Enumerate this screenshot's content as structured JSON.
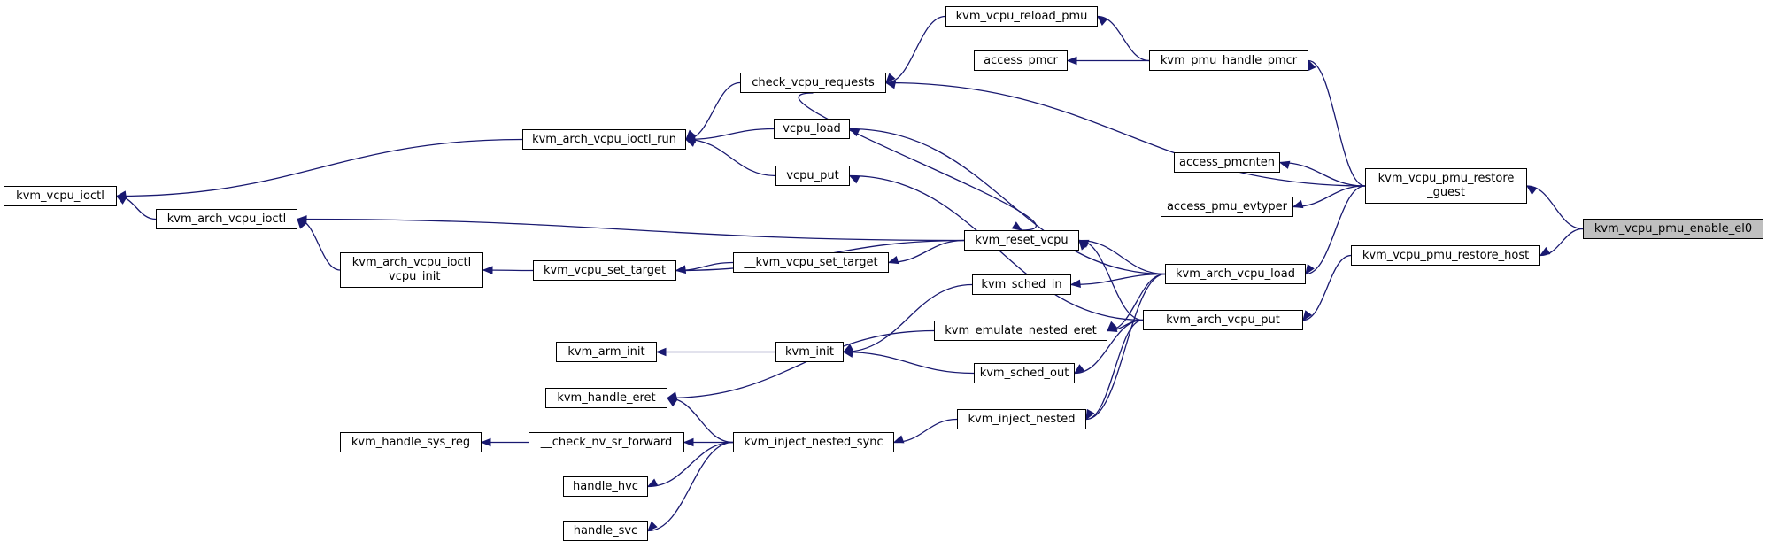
{
  "nodes": [
    {
      "id": "kvm_vcpu_pmu_enable_el0",
      "label": "kvm_vcpu_pmu_enable_el0",
      "focus": true
    },
    {
      "id": "kvm_vcpu_pmu_restore_guest",
      "label": "kvm_vcpu_pmu_restore\n_guest"
    },
    {
      "id": "kvm_vcpu_pmu_restore_host",
      "label": "kvm_vcpu_pmu_restore_host"
    },
    {
      "id": "access_pmcnten",
      "label": "access_pmcnten"
    },
    {
      "id": "access_pmu_evtyper",
      "label": "access_pmu_evtyper"
    },
    {
      "id": "kvm_arch_vcpu_load",
      "label": "kvm_arch_vcpu_load"
    },
    {
      "id": "kvm_pmu_handle_pmcr",
      "label": "kvm_pmu_handle_pmcr"
    },
    {
      "id": "check_vcpu_requests",
      "label": "check_vcpu_requests"
    },
    {
      "id": "kvm_vcpu_reload_pmu",
      "label": "kvm_vcpu_reload_pmu"
    },
    {
      "id": "access_pmcr",
      "label": "access_pmcr"
    },
    {
      "id": "kvm_arch_vcpu_put",
      "label": "kvm_arch_vcpu_put"
    },
    {
      "id": "kvm_arch_vcpu_ioctl_run",
      "label": "kvm_arch_vcpu_ioctl_run"
    },
    {
      "id": "vcpu_load",
      "label": "vcpu_load"
    },
    {
      "id": "vcpu_put",
      "label": "vcpu_put"
    },
    {
      "id": "kvm_vcpu_ioctl",
      "label": "kvm_vcpu_ioctl"
    },
    {
      "id": "kvm_arch_vcpu_ioctl",
      "label": "kvm_arch_vcpu_ioctl"
    },
    {
      "id": "kvm_arch_vcpu_ioctl_vcpu_init",
      "label": "kvm_arch_vcpu_ioctl\n_vcpu_init"
    },
    {
      "id": "kvm_vcpu_set_target",
      "label": "kvm_vcpu_set_target"
    },
    {
      "id": "__kvm_vcpu_set_target",
      "label": "__kvm_vcpu_set_target"
    },
    {
      "id": "kvm_reset_vcpu",
      "label": "kvm_reset_vcpu"
    },
    {
      "id": "kvm_sched_in",
      "label": "kvm_sched_in"
    },
    {
      "id": "kvm_emulate_nested_eret",
      "label": "kvm_emulate_nested_eret"
    },
    {
      "id": "kvm_sched_out",
      "label": "kvm_sched_out"
    },
    {
      "id": "kvm_inject_nested",
      "label": "kvm_inject_nested"
    },
    {
      "id": "kvm_init",
      "label": "kvm_init"
    },
    {
      "id": "kvm_arm_init",
      "label": "kvm_arm_init"
    },
    {
      "id": "kvm_handle_eret",
      "label": "kvm_handle_eret"
    },
    {
      "id": "kvm_inject_nested_sync",
      "label": "kvm_inject_nested_sync"
    },
    {
      "id": "__check_nv_sr_forward",
      "label": "__check_nv_sr_forward"
    },
    {
      "id": "kvm_handle_sys_reg",
      "label": "kvm_handle_sys_reg"
    },
    {
      "id": "handle_hvc",
      "label": "handle_hvc"
    },
    {
      "id": "handle_svc",
      "label": "handle_svc"
    }
  ],
  "edges": [
    [
      "kvm_vcpu_pmu_restore_guest",
      "kvm_vcpu_pmu_enable_el0"
    ],
    [
      "kvm_vcpu_pmu_restore_host",
      "kvm_vcpu_pmu_enable_el0"
    ],
    [
      "access_pmcnten",
      "kvm_vcpu_pmu_restore_guest"
    ],
    [
      "access_pmu_evtyper",
      "kvm_vcpu_pmu_restore_guest"
    ],
    [
      "kvm_arch_vcpu_load",
      "kvm_vcpu_pmu_restore_guest"
    ],
    [
      "kvm_pmu_handle_pmcr",
      "kvm_vcpu_pmu_restore_guest"
    ],
    [
      "check_vcpu_requests",
      "kvm_vcpu_pmu_restore_guest"
    ],
    [
      "kvm_arch_vcpu_put",
      "kvm_vcpu_pmu_restore_host"
    ],
    [
      "kvm_vcpu_reload_pmu",
      "kvm_pmu_handle_pmcr"
    ],
    [
      "access_pmcr",
      "kvm_pmu_handle_pmcr"
    ],
    [
      "check_vcpu_requests",
      "kvm_vcpu_reload_pmu"
    ],
    [
      "kvm_arch_vcpu_ioctl_run",
      "check_vcpu_requests"
    ],
    [
      "kvm_arch_vcpu_ioctl_run",
      "vcpu_load"
    ],
    [
      "kvm_arch_vcpu_ioctl_run",
      "vcpu_put"
    ],
    [
      "kvm_vcpu_ioctl",
      "kvm_arch_vcpu_ioctl_run"
    ],
    [
      "kvm_vcpu_ioctl",
      "kvm_arch_vcpu_ioctl"
    ],
    [
      "kvm_arch_vcpu_ioctl",
      "kvm_arch_vcpu_ioctl_vcpu_init"
    ],
    [
      "kvm_arch_vcpu_ioctl",
      "kvm_reset_vcpu"
    ],
    [
      "kvm_arch_vcpu_ioctl_vcpu_init",
      "kvm_vcpu_set_target"
    ],
    [
      "kvm_vcpu_set_target",
      "__kvm_vcpu_set_target"
    ],
    [
      "kvm_vcpu_set_target",
      "kvm_reset_vcpu"
    ],
    [
      "__kvm_vcpu_set_target",
      "kvm_reset_vcpu"
    ],
    [
      "kvm_reset_vcpu",
      "check_vcpu_requests"
    ],
    [
      "kvm_reset_vcpu",
      "kvm_arch_vcpu_load"
    ],
    [
      "kvm_reset_vcpu",
      "kvm_arch_vcpu_put"
    ],
    [
      "vcpu_load",
      "kvm_arch_vcpu_load"
    ],
    [
      "vcpu_put",
      "kvm_arch_vcpu_put"
    ],
    [
      "kvm_sched_in",
      "kvm_arch_vcpu_load"
    ],
    [
      "kvm_emulate_nested_eret",
      "kvm_arch_vcpu_load"
    ],
    [
      "kvm_emulate_nested_eret",
      "kvm_arch_vcpu_put"
    ],
    [
      "kvm_sched_out",
      "kvm_arch_vcpu_put"
    ],
    [
      "kvm_inject_nested",
      "kvm_arch_vcpu_load"
    ],
    [
      "kvm_inject_nested",
      "kvm_arch_vcpu_put"
    ],
    [
      "kvm_init",
      "kvm_sched_in"
    ],
    [
      "kvm_init",
      "kvm_sched_out"
    ],
    [
      "kvm_arm_init",
      "kvm_init"
    ],
    [
      "kvm_handle_eret",
      "kvm_emulate_nested_eret"
    ],
    [
      "kvm_handle_eret",
      "kvm_inject_nested_sync"
    ],
    [
      "kvm_inject_nested_sync",
      "kvm_inject_nested"
    ],
    [
      "__check_nv_sr_forward",
      "kvm_inject_nested_sync"
    ],
    [
      "kvm_handle_sys_reg",
      "__check_nv_sr_forward"
    ],
    [
      "handle_hvc",
      "kvm_inject_nested_sync"
    ],
    [
      "handle_svc",
      "kvm_inject_nested_sync"
    ]
  ]
}
